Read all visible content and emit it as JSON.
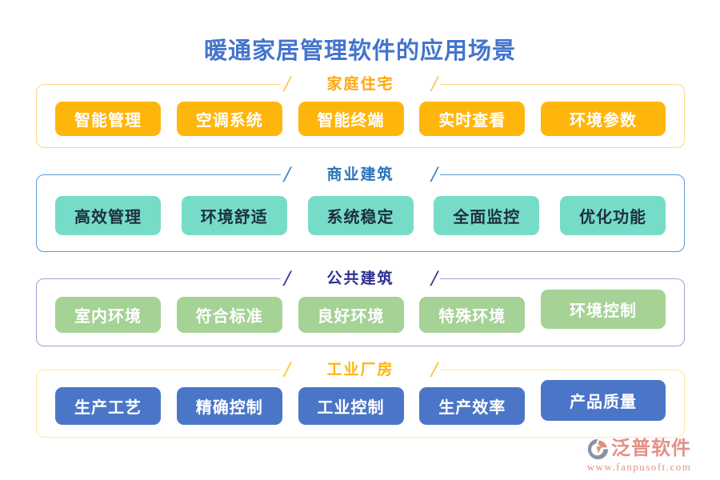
{
  "title": "暖通家居管理软件的应用场景",
  "title_color": "#4374ce",
  "sections": [
    {
      "id": "residential",
      "label": "家庭住宅",
      "items": [
        "智能管理",
        "空调系统",
        "智能终端",
        "实时查看",
        "环境参数"
      ],
      "colors": {
        "border": "#ffd883",
        "label": "#ffa60f",
        "slash": "#ffc34d",
        "button_bg": "#ffb60c",
        "button_text": "#ffffff"
      }
    },
    {
      "id": "commercial",
      "label": "商业建筑",
      "items": [
        "高效管理",
        "环境舒适",
        "系统稳定",
        "全面监控",
        "优化功能"
      ],
      "colors": {
        "border": "#5c9ad3",
        "label": "#2c74b8",
        "slash": "#3f7fc1",
        "button_bg": "#76dcc8",
        "button_text": "#1e2f3e"
      }
    },
    {
      "id": "public",
      "label": "公共建筑",
      "items": [
        "室内环境",
        "符合标准",
        "良好环境",
        "特殊环境",
        "环境控制"
      ],
      "colors": {
        "border": "#9da4d1",
        "label": "#2d3192",
        "slash": "#2d3192",
        "button_bg": "#a5d295",
        "button_text": "#ffffff"
      }
    },
    {
      "id": "industrial",
      "label": "工业厂房",
      "items": [
        "生产工艺",
        "精确控制",
        "工业控制",
        "生产效率",
        "产品质量"
      ],
      "colors": {
        "border": "#ffe9a0",
        "label": "#ffb60a",
        "slash": "#ffc12e",
        "button_bg": "#4b76c8",
        "button_text": "#ffffff"
      }
    }
  ],
  "footer": {
    "brand": "泛普软件",
    "url": "www.fanpusoft.com",
    "brand_color": "#e29088",
    "icon_colors": {
      "slate": "#8494a8",
      "coral": "#e08f7e"
    }
  }
}
